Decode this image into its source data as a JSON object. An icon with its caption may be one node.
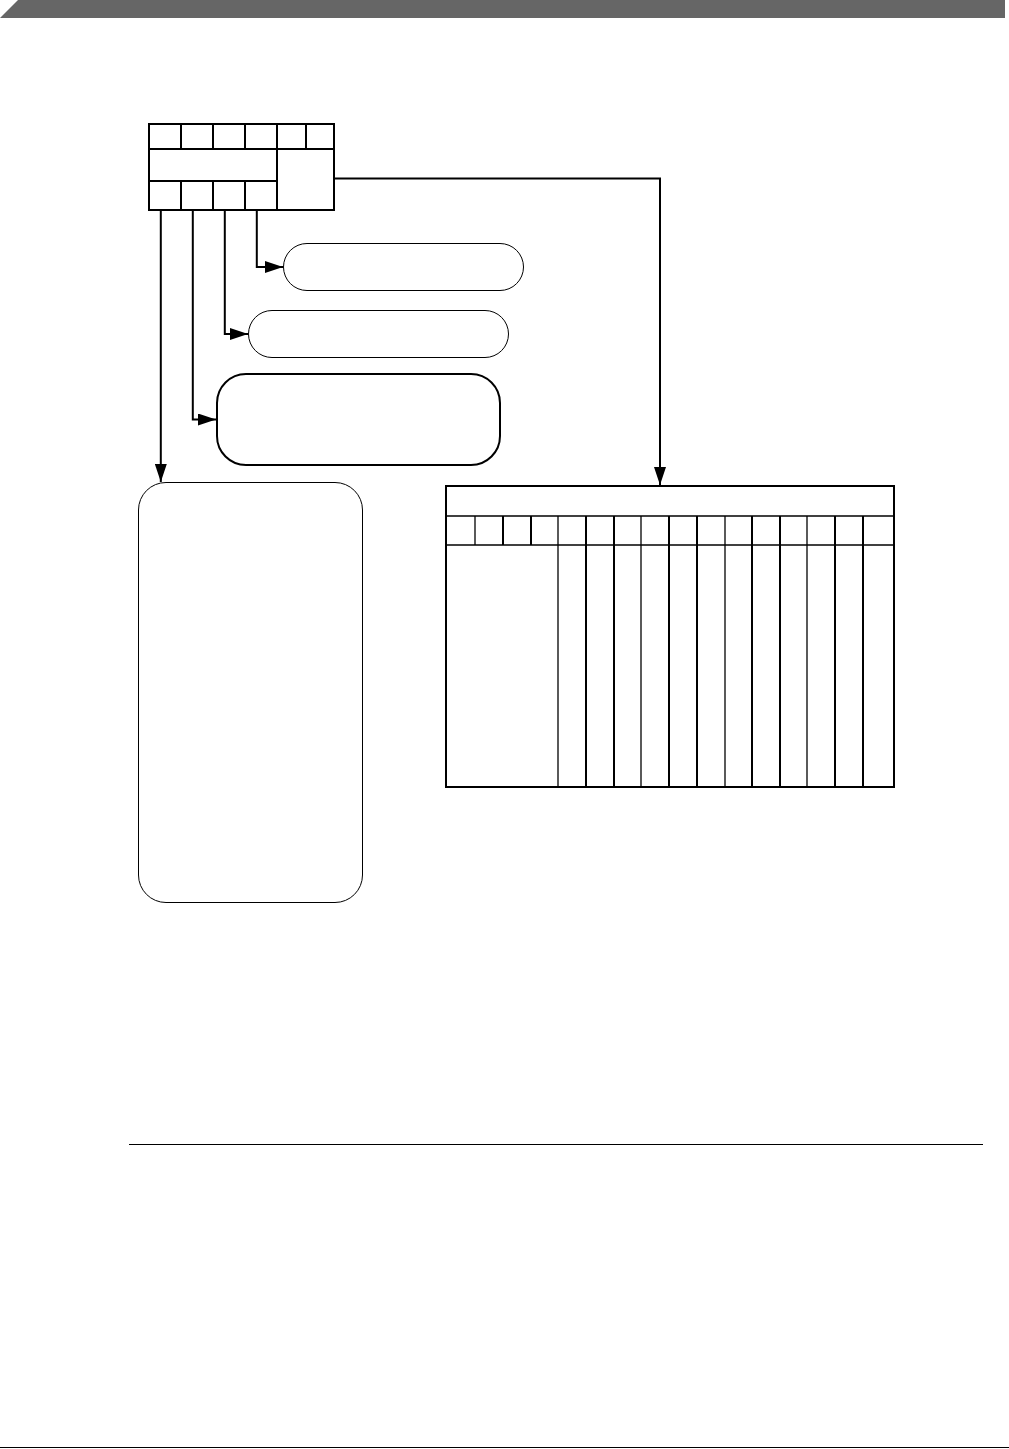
{
  "diagram": {
    "nodes": [
      {
        "text": [],
        "shape": "box"
      },
      {
        "text": [],
        "shape": "box",
        "in": 0
      },
      {
        "text": [],
        "shape": "box",
        "in": 0
      },
      {
        "text": [],
        "shape": "box",
        "in": 0
      },
      {
        "text": [],
        "shape": "box",
        "in": 0
      },
      {
        "text": [],
        "shape": "box",
        "in": 0
      },
      {
        "text": [],
        "shape": "box",
        "in": 0
      },
      {
        "text": [],
        "shape": "box",
        "in": 0
      },
      {
        "text": [],
        "shape": "box",
        "in": 0
      },
      {
        "text": [],
        "shape": "box",
        "in": 0
      },
      {
        "text": [],
        "shape": "box",
        "in": 0
      },
      {
        "text": [],
        "shape": "box",
        "in": 0
      },
      {
        "text": [],
        "shape": "box",
        "in": 0
      },
      {
        "text": [],
        "shape": "pill"
      },
      {
        "text": [],
        "shape": "pill"
      },
      {
        "text": [],
        "shape": "box"
      },
      {
        "text": [],
        "shape": "box"
      },
      {
        "text": [],
        "shape": "table"
      }
    ],
    "edges": [
      {
        "from": 8,
        "to": 17,
        "arrow": "to"
      },
      {
        "from": 12,
        "to": 13,
        "arrow": "to"
      },
      {
        "from": 11,
        "to": 14,
        "arrow": "to"
      },
      {
        "from": 10,
        "to": 15,
        "arrow": "to"
      },
      {
        "from": 9,
        "to": 16,
        "arrow": "to"
      }
    ]
  }
}
